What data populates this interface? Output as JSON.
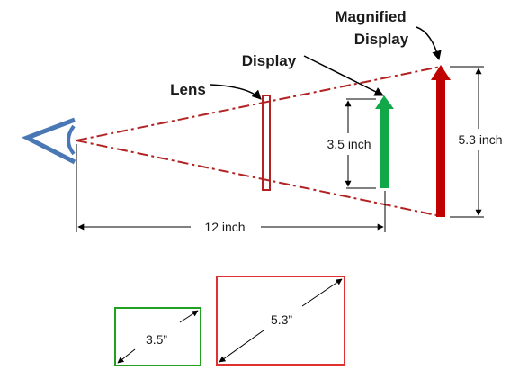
{
  "labels": {
    "magnified_display_line1": "Magnified",
    "magnified_display_line2": "Display",
    "display": "Display",
    "lens": "Lens"
  },
  "dimensions": {
    "display_height": "3.5 inch",
    "magnified_height": "5.3 inch",
    "viewing_distance": "12 inch"
  },
  "screens": {
    "small_diagonal": "3.5”",
    "large_diagonal": "5.3”"
  },
  "colors": {
    "eye": "#4a78b5",
    "sightline": "#b22222",
    "lens": "#b22222",
    "display_arrow": "#12a84a",
    "magnified_arrow": "#c00000",
    "small_screen_border": "#22a022",
    "large_screen_border": "#e03030",
    "dimension_lines": "#000000"
  }
}
